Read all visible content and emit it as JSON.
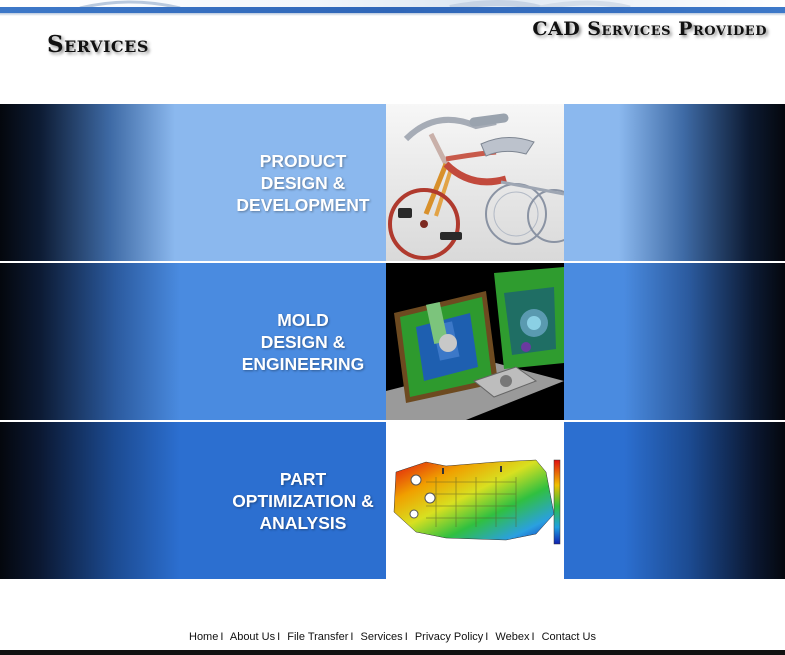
{
  "header": {
    "title": "Services",
    "subtitle": "CAD Services Provided"
  },
  "services": [
    {
      "label_lines": [
        "PRODUCT",
        "DESIGN &",
        "DEVELOPMENT"
      ],
      "image": "tricycle-cad-render",
      "colors": {
        "mid": "#8bb8ee",
        "dark": "#05080f"
      }
    },
    {
      "label_lines": [
        "MOLD",
        "DESIGN &",
        "ENGINEERING"
      ],
      "image": "mold-assembly-cad-render",
      "colors": {
        "mid": "#4a8be0",
        "dark": "#05080f"
      }
    },
    {
      "label_lines": [
        "PART",
        "OPTIMIZATION &",
        "ANALYSIS"
      ],
      "image": "stress-analysis-heatmap",
      "colors": {
        "mid": "#2c6fd0",
        "dark": "#05080f"
      }
    }
  ],
  "footer": {
    "links": [
      "Home",
      "About Us",
      "File Transfer",
      "Services",
      "Privacy Policy",
      "Webex",
      "Contact Us"
    ],
    "separator": "I"
  }
}
